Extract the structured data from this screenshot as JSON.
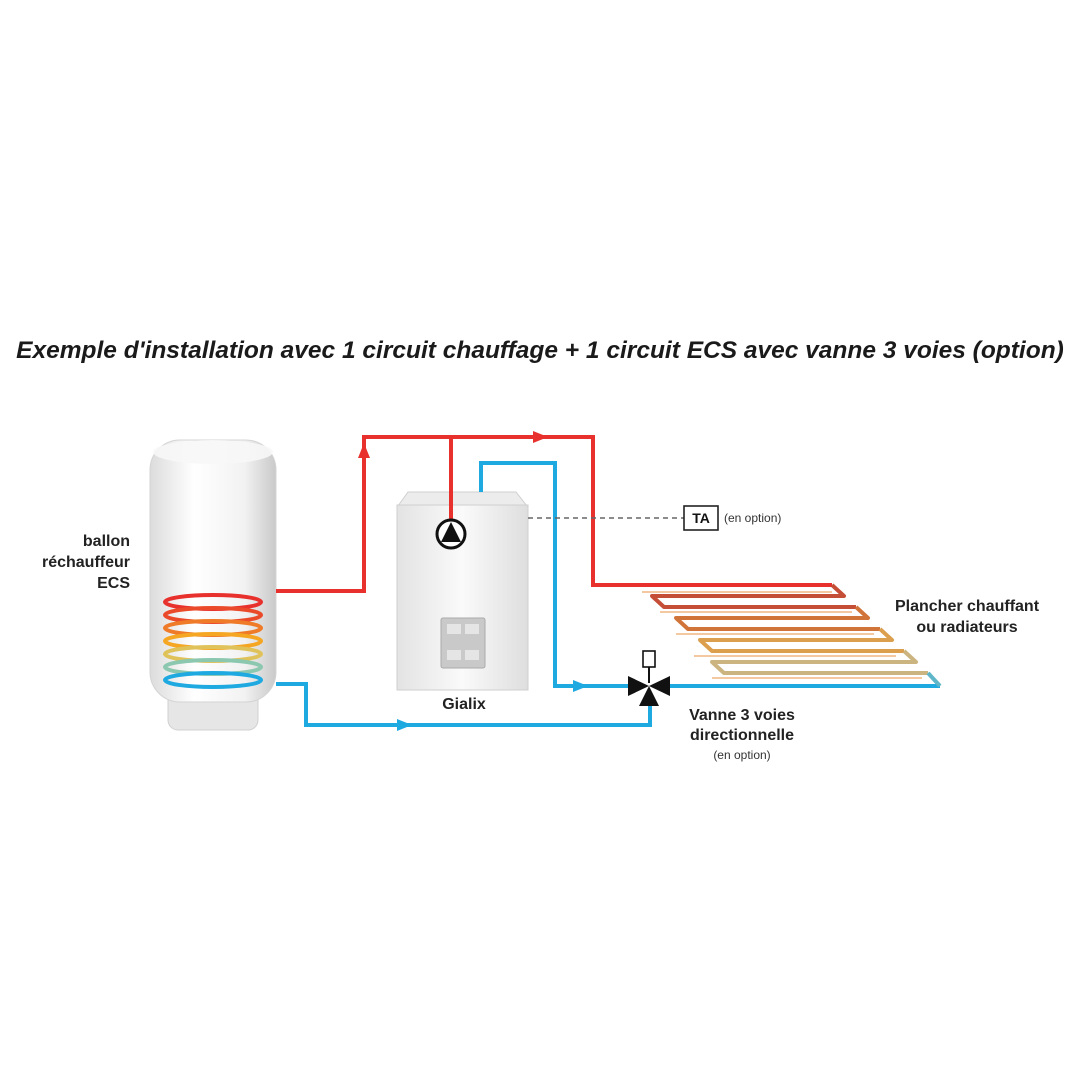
{
  "title": "Exemple d'installation avec 1 circuit chauffage + 1 circuit ECS avec vanne 3 voies (option)",
  "labels": {
    "ballon": [
      "ballon",
      "réchauffeur",
      "ECS"
    ],
    "boiler": "Gialix",
    "thermostat": "TA",
    "thermostat_note": "(en option)",
    "floor": [
      "Plancher chauffant",
      "ou radiateurs"
    ],
    "valve": [
      "Vanne 3 voies",
      "directionnelle"
    ],
    "valve_note": "(en option)"
  },
  "colors": {
    "hot_pipe": "#e8312d",
    "cold_pipe": "#1ea9e1",
    "dashed_line": "#666666"
  }
}
